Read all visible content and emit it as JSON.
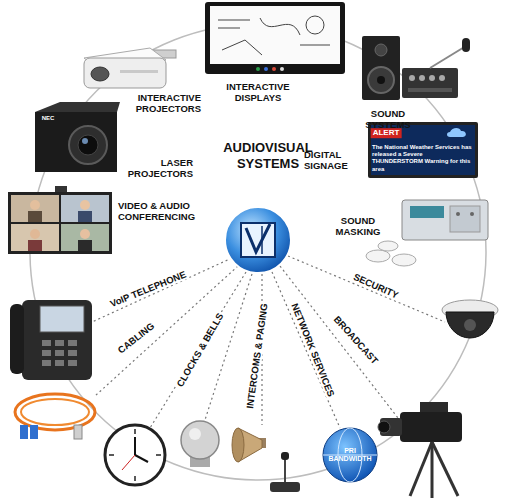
{
  "diagram": {
    "title": "AUDIOVISUAL SYSTEMS",
    "labels": [
      "INTERACTIVE DISPLAYS",
      "INTERACTIVE PROJECTORS",
      "SOUND SYSTEMS",
      "LASER PROJECTORS",
      "DIGITAL SIGNAGE",
      "VIDEO & AUDIO CONFERENCING",
      "SOUND MASKING",
      "VoIP TELEPHONE",
      "SECURITY",
      "CABLING",
      "BROADCAST",
      "CLOCKS & BELLS",
      "NETWORK SERVICES",
      "INTERCOMS & PAGING",
      "ALERT",
      "The National Weather Services has released a Severe THUNDERSTORM Warning for this area",
      "PRI BANDWIDTH",
      "NEC"
    ]
  }
}
